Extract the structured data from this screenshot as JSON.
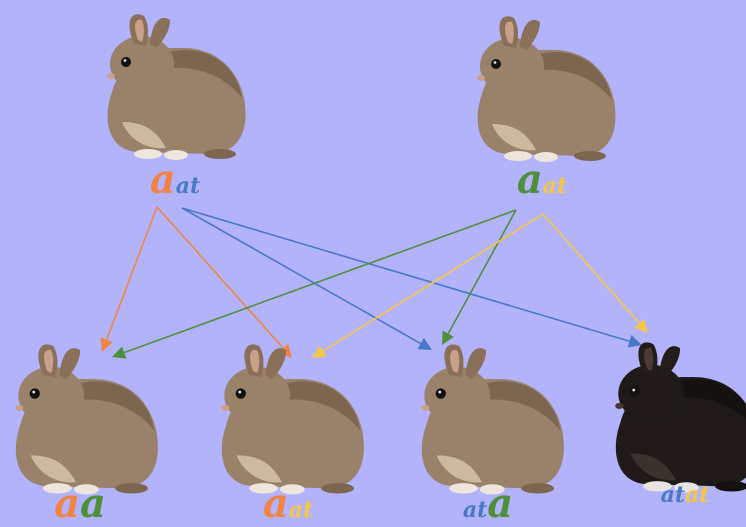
{
  "colors": {
    "background": "#b3b3fb",
    "orange": "#f08447",
    "blue": "#4a78c8",
    "green": "#4f8f3c",
    "yellow": "#f6c744"
  },
  "parents": [
    {
      "name": "parent-left",
      "fur": "agouti",
      "genotype": [
        {
          "text": "a",
          "size": "big",
          "color": "orange"
        },
        {
          "text": "at",
          "size": "small",
          "color": "blue"
        }
      ]
    },
    {
      "name": "parent-right",
      "fur": "agouti",
      "genotype": [
        {
          "text": "a",
          "size": "big",
          "color": "green"
        },
        {
          "text": "at",
          "size": "small",
          "color": "yellow"
        }
      ]
    }
  ],
  "offspring": [
    {
      "name": "offspring-1",
      "fur": "agouti",
      "genotype": [
        {
          "text": "a",
          "size": "big",
          "color": "orange"
        },
        {
          "text": "a",
          "size": "big",
          "color": "green"
        }
      ]
    },
    {
      "name": "offspring-2",
      "fur": "agouti",
      "genotype": [
        {
          "text": "a",
          "size": "big",
          "color": "orange"
        },
        {
          "text": "at",
          "size": "small",
          "color": "yellow"
        }
      ]
    },
    {
      "name": "offspring-3",
      "fur": "agouti",
      "genotype": [
        {
          "text": "at",
          "size": "small",
          "color": "blue"
        },
        {
          "text": "a",
          "size": "big",
          "color": "green"
        }
      ]
    },
    {
      "name": "offspring-4",
      "fur": "black",
      "genotype": [
        {
          "text": "at",
          "size": "small",
          "color": "blue"
        },
        {
          "text": "at",
          "size": "small",
          "color": "yellow"
        }
      ]
    }
  ],
  "arrows": [
    {
      "from": "parent-left",
      "allele": "a",
      "to": "offspring-1",
      "color": "orange"
    },
    {
      "from": "parent-left",
      "allele": "a",
      "to": "offspring-2",
      "color": "orange"
    },
    {
      "from": "parent-left",
      "allele": "at",
      "to": "offspring-3",
      "color": "blue"
    },
    {
      "from": "parent-left",
      "allele": "at",
      "to": "offspring-4",
      "color": "blue"
    },
    {
      "from": "parent-right",
      "allele": "a",
      "to": "offspring-1",
      "color": "green"
    },
    {
      "from": "parent-right",
      "allele": "a",
      "to": "offspring-3",
      "color": "green"
    },
    {
      "from": "parent-right",
      "allele": "at",
      "to": "offspring-2",
      "color": "yellow"
    },
    {
      "from": "parent-right",
      "allele": "at",
      "to": "offspring-4",
      "color": "yellow"
    }
  ]
}
